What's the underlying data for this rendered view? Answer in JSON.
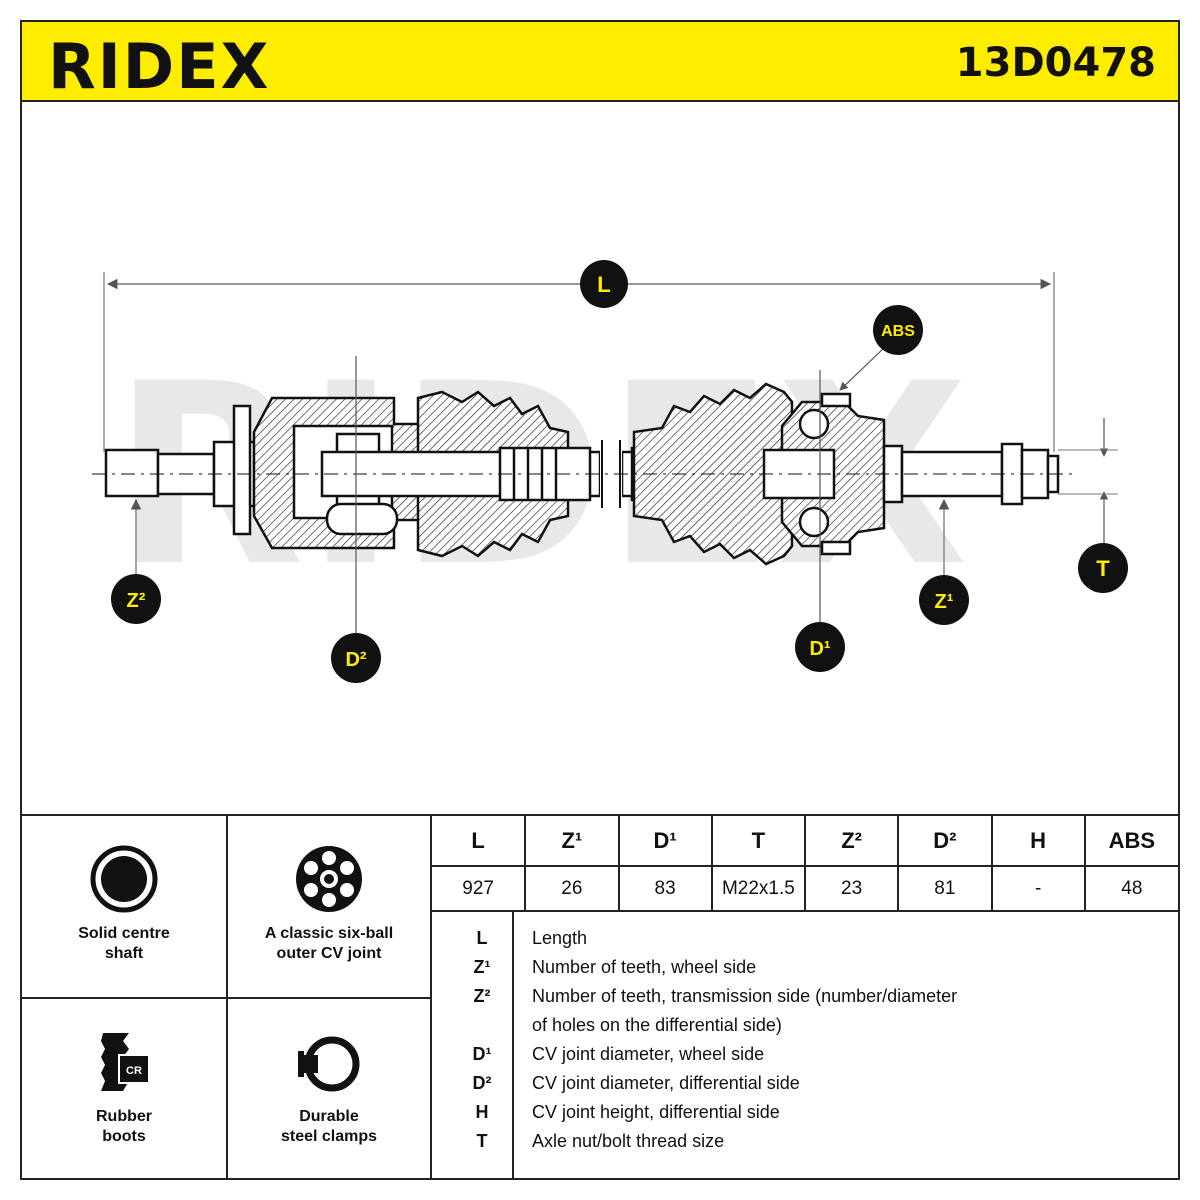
{
  "header": {
    "brand": "RIDEX",
    "part_number": "13D0478"
  },
  "drawing": {
    "watermark": "RIDEX",
    "labels": {
      "L": "L",
      "ABS": "ABS",
      "T": "T",
      "Z2": "Z²",
      "D2": "D²",
      "D1": "D¹",
      "Z1": "Z¹"
    }
  },
  "features": [
    {
      "text": "Solid centre\nshaft",
      "icon": "solid-shaft-icon"
    },
    {
      "text": "A classic six-ball\nouter CV joint",
      "icon": "six-ball-joint-icon"
    },
    {
      "text": "Rubber\nboots",
      "icon": "rubber-boot-cr-icon"
    },
    {
      "text": "Durable\nsteel clamps",
      "icon": "steel-clamp-icon"
    }
  ],
  "spec_table": {
    "headers": [
      "L",
      "Z¹",
      "D¹",
      "T",
      "Z²",
      "D²",
      "H",
      "ABS"
    ],
    "values": [
      "927",
      "26",
      "83",
      "M22x1.5",
      "23",
      "81",
      "-",
      "48"
    ]
  },
  "legend": [
    {
      "symbol": "L",
      "text": "Length"
    },
    {
      "symbol": "Z¹",
      "text": "Number of teeth, wheel side"
    },
    {
      "symbol": "Z²",
      "text": "Number of teeth, transmission side (number/diameter"
    },
    {
      "symbol": "",
      "text": "of holes on the differential side)"
    },
    {
      "symbol": "D¹",
      "text": "CV joint diameter, wheel side"
    },
    {
      "symbol": "D²",
      "text": "CV joint diameter, differential side"
    },
    {
      "symbol": "H",
      "text": "CV joint height, differential side"
    },
    {
      "symbol": "T",
      "text": "Axle nut/bolt thread size"
    }
  ],
  "colors": {
    "accent": "#ffed00",
    "ink": "#111111",
    "watermark": "#e6e6e6"
  }
}
